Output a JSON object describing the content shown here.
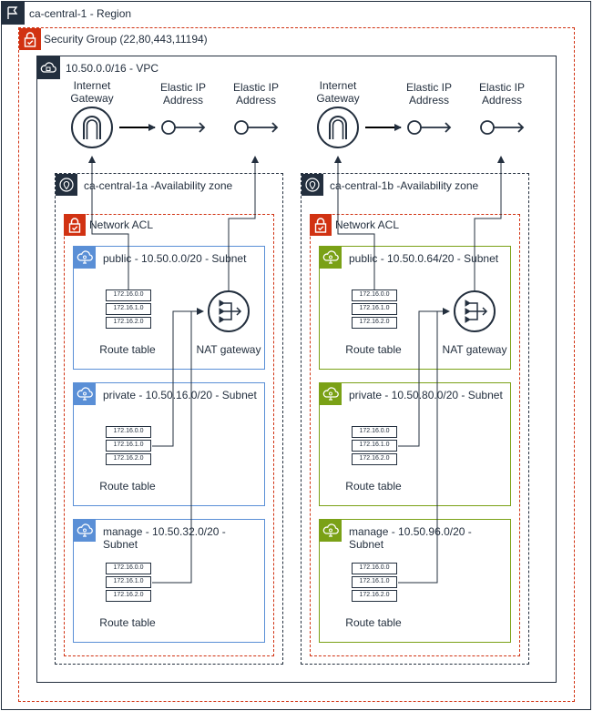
{
  "region": {
    "label": "ca-central-1 - Region"
  },
  "security_group": {
    "label": "Security Group (22,80,443,11194)"
  },
  "vpc": {
    "label": "10.50.0.0/16 - VPC"
  },
  "internet_gateway": {
    "label_line1": "Internet",
    "label_line2": "Gateway"
  },
  "elastic_ip": {
    "label_line1": "Elastic IP",
    "label_line2": "Address"
  },
  "az_left": {
    "label": "ca-central-1a -Availability zone",
    "acl_label": "Network ACL",
    "public_subnet": "public - 10.50.0.0/20 - Subnet",
    "private_subnet": "private - 10.50.16.0/20 - Subnet",
    "manage_subnet_line1": "manage - 10.50.32.0/20 -",
    "manage_subnet_line2": "Subnet"
  },
  "az_right": {
    "label": "ca-central-1b -Availability zone",
    "acl_label": "Network ACL",
    "public_subnet": "public - 10.50.0.64/20 - Subnet",
    "private_subnet": "private - 10.50.80.0/20 - Subnet",
    "manage_subnet_line1": "manage - 10.50.96.0/20 -",
    "manage_subnet_line2": "Subnet"
  },
  "route_table": {
    "label": "Route table",
    "rows": [
      "172.16.0.0",
      "172.16.1.0",
      "172.16.2.0"
    ]
  },
  "nat_gateway": {
    "label": "NAT gateway"
  },
  "colors": {
    "region_border": "#232f3e",
    "security_group": "#d13212",
    "vpc_border": "#232f3e",
    "subnet_public_left": "#147eba",
    "subnet_private_left": "#147eba",
    "subnet_right": "#7aa116",
    "icon_blue": "#5a8fd6",
    "icon_green": "#7aa116"
  }
}
